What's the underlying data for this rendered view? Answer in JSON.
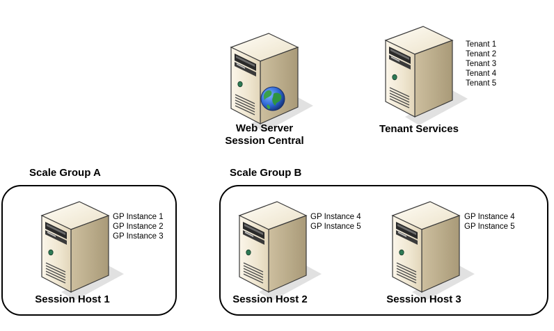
{
  "servers": {
    "web": {
      "label_line1": "Web Server",
      "label_line2": "Session Central",
      "icon": "web-server-globe"
    },
    "tenant": {
      "label": "Tenant Services",
      "notes": [
        "Tenant 1",
        "Tenant 2",
        "Tenant 3",
        "Tenant 4",
        "Tenant 5"
      ]
    }
  },
  "groups": {
    "a": {
      "title": "Scale Group A",
      "hosts": [
        {
          "label": "Session Host 1",
          "notes": [
            "GP Instance 1",
            "GP Instance 2",
            "GP Instance 3"
          ]
        }
      ]
    },
    "b": {
      "title": "Scale Group B",
      "hosts": [
        {
          "label": "Session Host 2",
          "notes": [
            "GP Instance 4",
            "GP Instance 5"
          ]
        },
        {
          "label": "Session Host 3",
          "notes": [
            "GP Instance 4",
            "GP Instance 5"
          ]
        }
      ]
    }
  }
}
